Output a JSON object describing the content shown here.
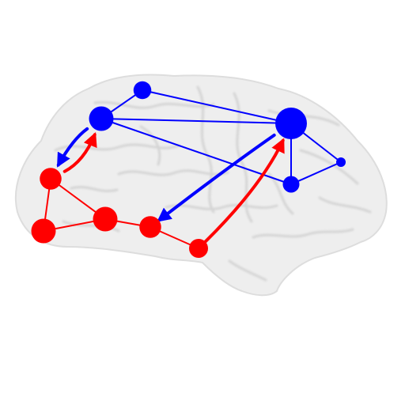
{
  "diagram": {
    "background_color": "#ffffff",
    "brain_color": "#eeeeee",
    "brain_fold_color": "#d4d4d4",
    "colors": {
      "blue": "#0000ff",
      "red": "#ff0000"
    },
    "nodes": [
      {
        "id": "b1",
        "group": "blue",
        "weight": 0.45
      },
      {
        "id": "b2",
        "group": "blue",
        "weight": 0.62
      },
      {
        "id": "b3",
        "group": "blue",
        "weight": 0.8
      },
      {
        "id": "b4",
        "group": "blue",
        "weight": 0.42
      },
      {
        "id": "b5",
        "group": "blue",
        "weight": 0.2
      },
      {
        "id": "r1",
        "group": "red",
        "weight": 0.55
      },
      {
        "id": "r2",
        "group": "red",
        "weight": 0.62
      },
      {
        "id": "r3",
        "group": "red",
        "weight": 0.62
      },
      {
        "id": "r4",
        "group": "red",
        "weight": 0.55
      },
      {
        "id": "r5",
        "group": "red",
        "weight": 0.48
      }
    ],
    "edges": [
      {
        "from": "b1",
        "to": "b2",
        "group": "blue"
      },
      {
        "from": "b1",
        "to": "b3",
        "group": "blue"
      },
      {
        "from": "b2",
        "to": "b3",
        "group": "blue"
      },
      {
        "from": "b2",
        "to": "b4",
        "group": "blue"
      },
      {
        "from": "b3",
        "to": "b4",
        "group": "blue"
      },
      {
        "from": "b3",
        "to": "b5",
        "group": "blue"
      },
      {
        "from": "b4",
        "to": "b5",
        "group": "blue"
      },
      {
        "from": "r1",
        "to": "r2",
        "group": "red"
      },
      {
        "from": "r1",
        "to": "r3",
        "group": "red"
      },
      {
        "from": "r2",
        "to": "r3",
        "group": "red"
      },
      {
        "from": "r3",
        "to": "r4",
        "group": "red"
      },
      {
        "from": "r4",
        "to": "r5",
        "group": "red"
      }
    ],
    "directed_links": [
      {
        "from": "b2",
        "to": "r1",
        "color": "blue"
      },
      {
        "from": "r1",
        "to": "b2",
        "color": "red"
      },
      {
        "from": "b3",
        "to": "r4",
        "color": "blue"
      },
      {
        "from": "r5",
        "to": "b3",
        "color": "red"
      }
    ]
  }
}
